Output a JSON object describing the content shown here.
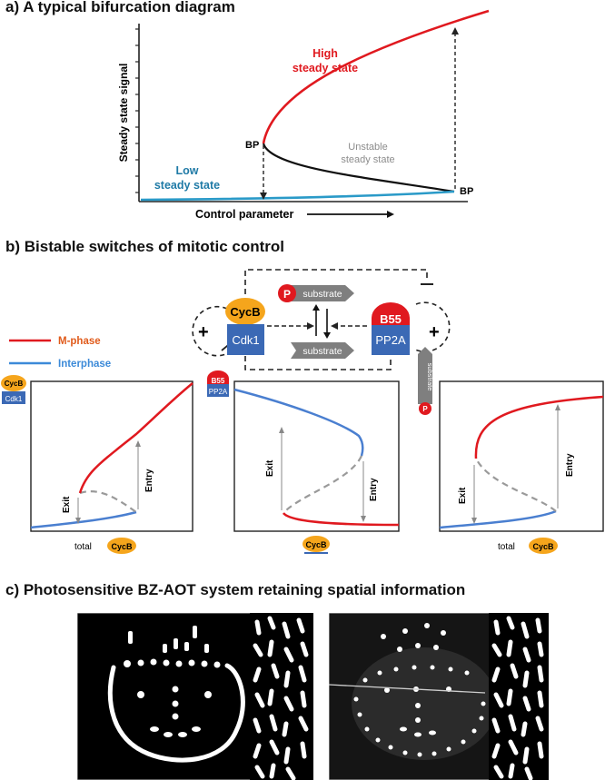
{
  "panel_a": {
    "title": "a) A typical bifurcation diagram",
    "ylabel": "Steady state signal",
    "xlabel": "Control parameter",
    "high_line1": "High",
    "high_line2": "steady state",
    "unstable_line1": "Unstable",
    "unstable_line2": "steady state",
    "low_line1": "Low",
    "low_line2": "steady state",
    "bp_upper": "BP",
    "bp_lower": "BP"
  },
  "panel_b": {
    "title": "b) Bistable switches of mitotic control",
    "legend_mphase": "M-phase",
    "legend_interphase": "Interphase",
    "cycb": "CycB",
    "cdk1": "Cdk1",
    "b55": "B55",
    "pp2a": "PP2A",
    "p": "P",
    "substrate": "substrate",
    "plus": "+",
    "graph1": {
      "exit": "Exit",
      "entry": "Entry",
      "xlabel": "total"
    },
    "graph2": {
      "exit": "Exit",
      "entry": "Entry"
    },
    "graph3": {
      "exit": "Exit",
      "entry": "Entry",
      "xlabel": "total"
    }
  },
  "panel_c": {
    "title": "c) Photosensitive BZ-AOT system retaining spatial information"
  },
  "colors": {
    "red": "#e0191f",
    "blue": "#3c78c8",
    "teal": "#1f7aa6",
    "orange": "#f5a51c",
    "cdk_blue": "#3b69b5",
    "grey_arrow": "#8c8c8c",
    "mphase_text": "#e05a1a",
    "interphase_text": "#3c8ad8"
  }
}
